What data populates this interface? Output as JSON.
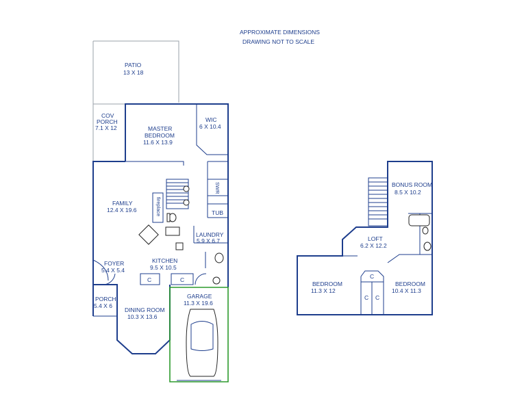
{
  "notes": {
    "line1": "APPROXIMATE DIMENSIONS",
    "line2": "DRAWING NOT TO SCALE"
  },
  "main_floor": {
    "rooms": [
      {
        "id": "patio",
        "name": "PATIO",
        "dims": "13 X 18"
      },
      {
        "id": "cov-porch",
        "name_l1": "COV",
        "name_l2": "PORCH",
        "dims": "7.1 X 12"
      },
      {
        "id": "master",
        "name_l1": "MASTER",
        "name_l2": "BEDROOM",
        "dims": "11.6 X 13.9"
      },
      {
        "id": "wic",
        "name": "WIC",
        "dims": "6 X 10.4"
      },
      {
        "id": "family",
        "name": "FAMILY",
        "dims": "12.4 X 19.6"
      },
      {
        "id": "laundry",
        "name": "LAUNDRY",
        "dims": "5.9 X 6.7"
      },
      {
        "id": "kitchen",
        "name": "KITCHEN",
        "dims": "9.5 X 10.5"
      },
      {
        "id": "foyer",
        "name": "FOYER",
        "dims": "5.4 X 5.4"
      },
      {
        "id": "porch",
        "name": "PORCH",
        "dims": "5.4 X 6"
      },
      {
        "id": "dining",
        "name": "DINING ROOM",
        "dims": "10.3 X 13.6"
      },
      {
        "id": "garage",
        "name": "GARAGE",
        "dims": "11.3 X 19.6"
      }
    ],
    "fixtures": {
      "fireplace": "fireplace",
      "shower": "SWR",
      "tub": "TUB",
      "closet": "C"
    }
  },
  "upper_floor": {
    "rooms": [
      {
        "id": "bonus",
        "name": "BONUS ROOM",
        "dims": "8.5 X 10.2"
      },
      {
        "id": "loft",
        "name": "LOFT",
        "dims": "6.2 X 12.2"
      },
      {
        "id": "bedroom-left",
        "name": "BEDROOM",
        "dims": "11.3 X 12"
      },
      {
        "id": "bedroom-right",
        "name": "BEDROOM",
        "dims": "10.4 X 11.3"
      }
    ],
    "closet": "C"
  },
  "colors": {
    "wall": "#1d3d8c",
    "garage_outline": "#2c9a2c",
    "patio_outline": "#9aa0a8"
  }
}
